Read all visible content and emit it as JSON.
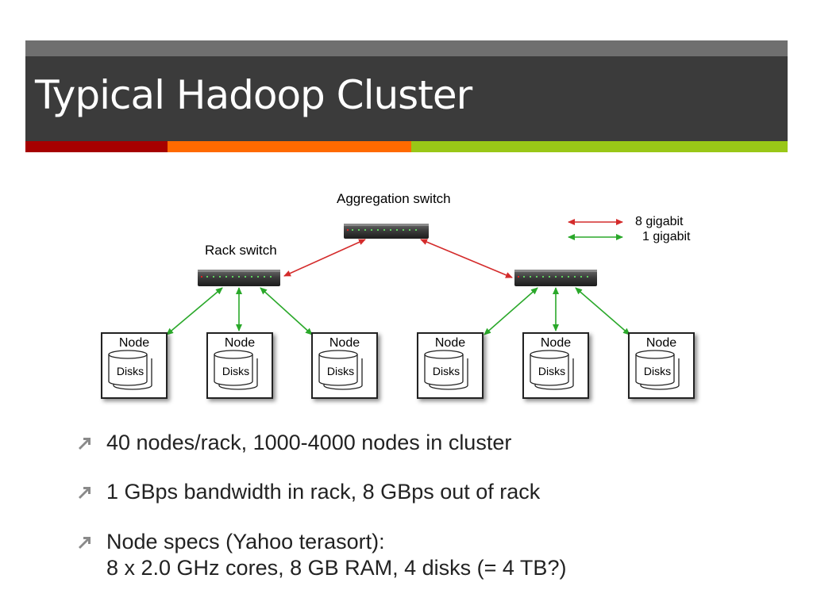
{
  "slide": {
    "title": "Typical Hadoop Cluster",
    "colors": {
      "header_bg": "#3b3b3b",
      "header_top": "#6f6f6f",
      "accent_red": "#a60000",
      "accent_orange": "#ff6a00",
      "accent_green": "#99c717",
      "link_8gig": "#d42b2b",
      "link_1gig": "#2aa82a"
    }
  },
  "diagram": {
    "aggregation_label": "Aggregation switch",
    "rack_label": "Rack switch",
    "legend": [
      {
        "label": "8 gigabit",
        "color": "red"
      },
      {
        "label": "1 gigabit",
        "color": "green"
      }
    ],
    "nodes": [
      {
        "node": "Node",
        "disks": "Disks"
      },
      {
        "node": "Node",
        "disks": "Disks"
      },
      {
        "node": "Node",
        "disks": "Disks"
      },
      {
        "node": "Node",
        "disks": "Disks"
      },
      {
        "node": "Node",
        "disks": "Disks"
      },
      {
        "node": "Node",
        "disks": "Disks"
      }
    ]
  },
  "bullets": [
    {
      "text": "40 nodes/rack, 1000-4000 nodes in cluster"
    },
    {
      "text": "1 GBps bandwidth in rack, 8 GBps out of rack"
    },
    {
      "text": "Node specs (Yahoo terasort):",
      "text2": "8 x 2.0 GHz cores, 8 GB RAM, 4 disks (= 4 TB?)"
    }
  ]
}
